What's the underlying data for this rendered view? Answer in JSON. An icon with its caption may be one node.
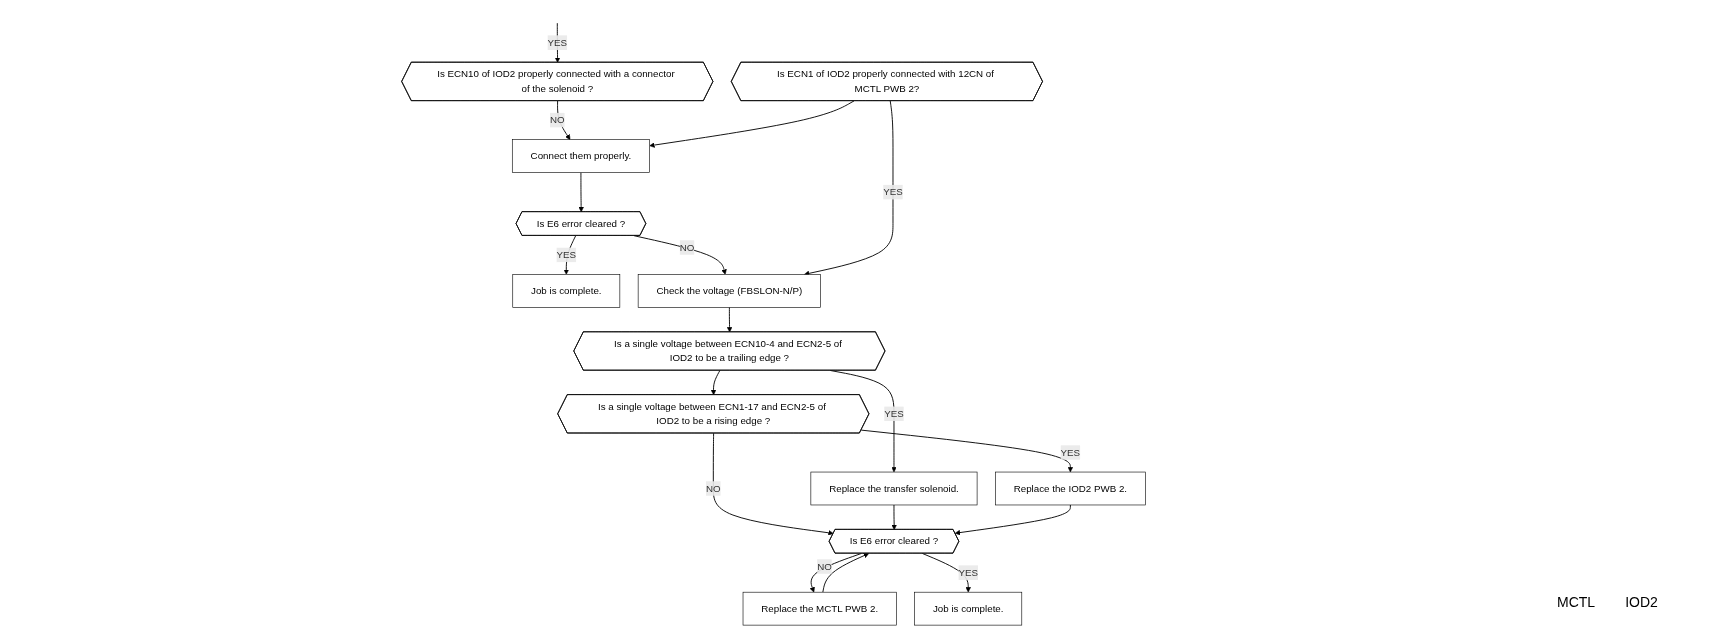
{
  "diagram": {
    "nodes": [
      {
        "text": [
          "Is ECN10 of IOD2 properly connected with a connector of the solenoid ?"
        ]
      },
      {
        "text": [
          "Is ECN1 of IOD2 properly connected with 12CN of MCTL PWB 2?"
        ]
      },
      {
        "text": [
          "Connect them properly."
        ]
      },
      {
        "text": [
          "Is E6 error cleared ?"
        ]
      },
      {
        "text": [
          "Job is complete."
        ]
      },
      {
        "text": [
          "Check the voltage (FBSLON-N/P)"
        ]
      },
      {
        "text": [
          "Is a single voltage between ECN10-4 and ECN2-5 of IOD2 to be a trailing edge ?"
        ]
      },
      {
        "text": [
          "Is a single voltage between ECN1-17 and ECN2-5 of IOD2 to be a rising edge ?"
        ]
      },
      {
        "text": [
          "Replace the transfer solenoid."
        ]
      },
      {
        "text": [
          "Replace the IOD2 PWB 2."
        ]
      },
      {
        "text": [
          "Is E6 error cleared ?"
        ]
      },
      {
        "text": [
          "Replace the MCTL PWB 2."
        ]
      },
      {
        "text": [
          "Job is complete."
        ]
      }
    ],
    "edges": [
      {
        "from": null,
        "to": 0,
        "arrow": "to",
        "label": "YES"
      },
      {
        "from": 0,
        "to": 2,
        "arrow": "to",
        "label": "NO"
      },
      {
        "from": 1,
        "to": 2,
        "arrow": "to"
      },
      {
        "from": 2,
        "to": 3,
        "arrow": "to"
      },
      {
        "from": 3,
        "to": 4,
        "arrow": "to",
        "label": "YES"
      },
      {
        "from": 3,
        "to": 5,
        "arrow": "to",
        "label": "NO"
      },
      {
        "from": 1,
        "to": 5,
        "arrow": "to",
        "label": "YES"
      },
      {
        "from": 5,
        "to": 6,
        "arrow": "to"
      },
      {
        "from": 6,
        "to": 8,
        "arrow": "to",
        "label": "YES"
      },
      {
        "from": 6,
        "to": 7,
        "arrow": "to"
      },
      {
        "from": 7,
        "to": 9,
        "arrow": "to",
        "label": "YES"
      },
      {
        "from": 7,
        "to": 10,
        "arrow": "to",
        "label": "NO"
      },
      {
        "from": 8,
        "to": 10,
        "arrow": "to"
      },
      {
        "from": 9,
        "to": 10,
        "arrow": "to"
      },
      {
        "from": 11,
        "to": 10,
        "arrow": "to"
      },
      {
        "from": 10,
        "to": 11,
        "arrow": "to",
        "label": "NO"
      },
      {
        "from": 10,
        "to": 12,
        "arrow": "to",
        "label": "YES"
      }
    ],
    "labels": [
      "MCTL",
      "IOD2"
    ]
  }
}
